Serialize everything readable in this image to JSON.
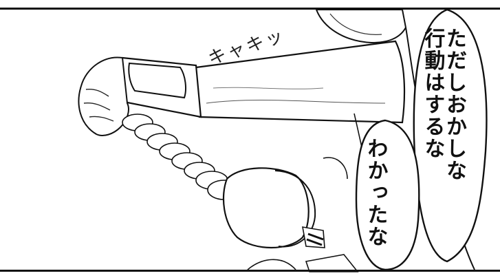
{
  "panel": {
    "speech_right": [
      "ただしおかしな",
      "行動はするな"
    ],
    "speech_mid": "わかったな",
    "sfx": "キャキッ"
  },
  "colors": {
    "ink": "#111111",
    "paper": "#ffffff",
    "tone": "#dddddd"
  }
}
